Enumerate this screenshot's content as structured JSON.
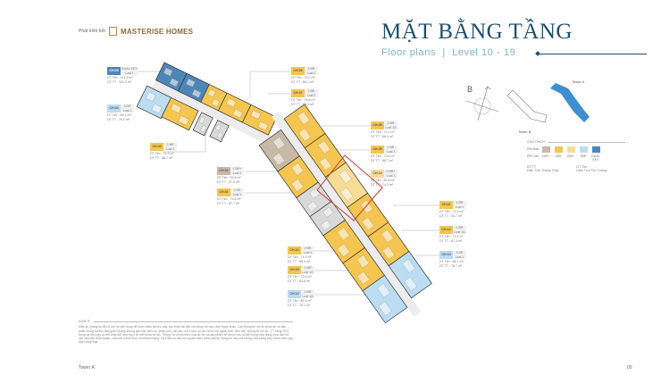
{
  "brand": {
    "developed_by": "Phát triển bởi",
    "logo_text": "MASTERISE HOMES"
  },
  "header": {
    "title": "MẶT BẰNG TẦNG",
    "subtitle": "Floor plans  |  Level 10 - 19"
  },
  "key_plan": {
    "compass_label": "B",
    "tower_b": "Tower B",
    "tower_a": "Tower A",
    "highlight_color": "#3f8fd0"
  },
  "colors": {
    "1BR+": "#c8b9a6",
    "2BR": "#f4c550",
    "2BR+": "#f8dc95",
    "3BR": "#bcdcf2",
    "DUAL KEY": "#4f86b8",
    "core": "#d9d9d9",
    "corridor": "#ececec",
    "highlight": "#c9422f"
  },
  "units": [
    {
      "code": "CH.05",
      "type": "DUAL KEY",
      "loai": "Loại 1",
      "dt_tim": "DT Tim : 113.3 m²",
      "dt_tt": "DT TT : 101.3 m²",
      "kind": "DUAL KEY"
    },
    {
      "code": "CH.04",
      "type": "3 BR",
      "loai": "Loại 1",
      "dt_tim": "DT Tim : 89.1 m²",
      "dt_tt": "DT TT : 79.2 m²",
      "kind": "3BR"
    },
    {
      "code": "CH.03",
      "type": "2 BR",
      "loai": "Loại 1",
      "dt_tim": "DT Tim : 74.3 m²",
      "dt_tt": "DT TT : 68.7 m²",
      "kind": "2BR"
    },
    {
      "code": "CH.02",
      "type": "1 BR+",
      "loai": "Loại 1",
      "dt_tim": "DT Tim : 53.8 m²",
      "dt_tt": "DT TT : 47.4 m²",
      "kind": "1BR+"
    },
    {
      "code": "CH.01",
      "type": "2 BR",
      "loai": "Loại 1",
      "dt_tim": "DT Tim : 73.8 m²",
      "dt_tt": "DT TT : 67.7 m²",
      "kind": "2BR"
    },
    {
      "code": "CH.06",
      "type": "2 BR",
      "loai": "Loại 1",
      "dt_tim": "DT Tim : 74.0 m²",
      "dt_tt": "DT TT : 68.1 m²",
      "kind": "2BR"
    },
    {
      "code": "CH.07",
      "type": "2 BR",
      "loai": "Loại 2",
      "dt_tim": "DT Tim : 74.6 m²",
      "dt_tt": "DT TT : 68.2 m²",
      "kind": "2BR"
    },
    {
      "code": "CH.08",
      "type": "2 BR",
      "loai": "Loại 1A",
      "dt_tim": "DT Tim : 73.1 m²",
      "dt_tt": "DT TT : 66.4 m²",
      "kind": "2BR"
    },
    {
      "code": "CH.09",
      "type": "2 BR",
      "loai": "Loại 1",
      "dt_tim": "DT Tim : 73.6 m²",
      "dt_tt": "DT TT : 66.7 m²",
      "kind": "2BR"
    },
    {
      "code": "CH.10",
      "type": "2 BR+",
      "loai": "Loại 1",
      "dt_tim": "DT Tim : 83.8 m²",
      "dt_tt": "DT TT : 74.2 m²",
      "kind": "2BR+"
    },
    {
      "code": "CH.11",
      "type": "2 BR",
      "loai": "Loại 1",
      "dt_tim": "DT Tim : 73.3 m²",
      "dt_tt": "DT TT : 64.7 m²",
      "kind": "2BR"
    },
    {
      "code": "CH.12",
      "type": "2 BR",
      "loai": "Loại 1A",
      "dt_tim": "DT Tim : 73.1 m²",
      "dt_tt": "DT TT : 67.3 m²",
      "kind": "2BR"
    },
    {
      "code": "CH.13",
      "type": "3 BR",
      "loai": "Loại 1",
      "dt_tim": "DT Tim : 88.1 m²",
      "dt_tt": "DT TT : 78.7 m²",
      "kind": "3BR"
    },
    {
      "code": "CH.16",
      "type": "2 BR",
      "loai": "Loại 1",
      "dt_tim": "DT Tim : 74.1 m²",
      "dt_tt": "DT TT : 68.3 m²",
      "kind": "2BR"
    },
    {
      "code": "CH.15",
      "type": "2 BR",
      "loai": "Loại 1A",
      "dt_tim": "DT Tim : 73.0 m²",
      "dt_tt": "DT TT : 63.9 m²",
      "kind": "2BR"
    },
    {
      "code": "CH.14",
      "type": "3 BR",
      "loai": "Loại 1A",
      "dt_tim": "DT Tim : 89.1 m²",
      "dt_tt": "DT TT : 79.1 m²",
      "kind": "3BR"
    }
  ],
  "legend": {
    "title": "CHÚ THÍCH",
    "row1": "PM Màu",
    "row2": "PM Căn",
    "items": [
      {
        "label": "1BR+",
        "kind": "1BR+"
      },
      {
        "label": "2BR",
        "kind": "2BR"
      },
      {
        "label": "2BR+",
        "kind": "2BR+"
      },
      {
        "label": "3BR",
        "kind": "3BR"
      },
      {
        "label": "DUAL KEY",
        "kind": "DUAL KEY"
      }
    ],
    "dt_tt_abbr": "DT TT",
    "dt_tt_full": "Diện Tích Thông Thủy",
    "dt_tim_abbr": "DT Tim",
    "dt_tim_full": "Diện Tích Tim Tường"
  },
  "note": {
    "title": "LƯU Ý:",
    "body": "Mặc dù chúng tôi đã nỗ lực và cẩn trọng để hoàn thiện tài liệu này, tuy nhiên tài liệu chỉ dùng với mục đích tham khảo. Các thông tin mô tả và ấn ấn và sản phẩm trong tài liệu bao gồm nhưng không giới hạn tiện ích, phân khu, vật liệu, hình ảnh, số đồ, bố trí nội ngoại thất, diện tích, thông tin mô tả... (\"Thông Tin\") trong tài liệu này có thể thay đổi theo thực tế triển khai dự án. Thông Tin chính thức của dự án và sản phẩm sẽ được nêu cụ thể trong hợp đồng mua bán và các văn bản thỏa thuận, cam kết chính thức với khách hàng. Chủ đầu tư bảo lưu quyền điều chỉnh bất kỳ thông tin nào mà không cần thông báo trước theo quy định pháp luật."
  },
  "footer": {
    "tower": "Tower A",
    "page": "05"
  }
}
